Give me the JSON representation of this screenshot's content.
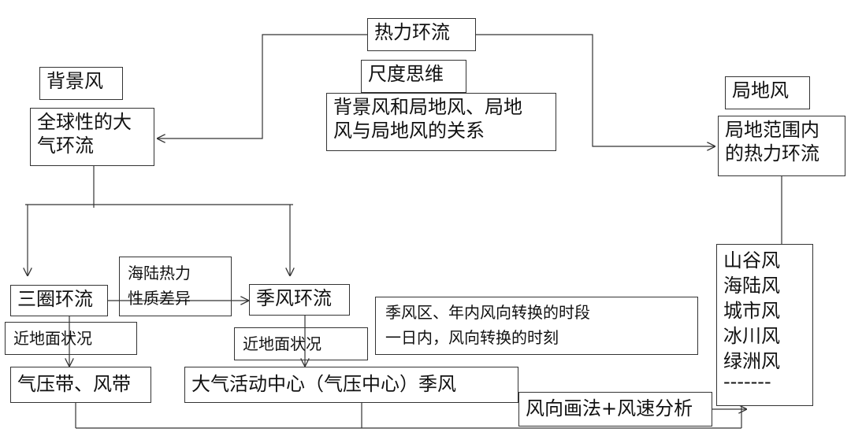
{
  "diagram": {
    "nodes": {
      "thermal_circulation": "热力环流",
      "scale_thinking": "尺度思维",
      "relation": [
        "背景风和局地风、局地",
        "风与局地风的关系"
      ],
      "background_wind": "背景风",
      "global_circulation": [
        "全球性的大",
        "气环流"
      ],
      "local_wind": "局地风",
      "local_thermal": [
        "局地范围内",
        "的热力环流"
      ],
      "three_cell": "三圈环流",
      "land_sea": [
        "海陆热力",
        "性质差异"
      ],
      "monsoon_circulation": "季风环流",
      "surface_1": "近地面状况",
      "surface_2": "近地面状况",
      "pressure_belts": "气压带、风带",
      "action_centers": "大气活动中心（气压中心）季风",
      "monsoon_timing": [
        "季风区、年内风向转换的时段",
        "一日内，风向转换的时刻"
      ],
      "wind_analysis": "风向画法+风速分析",
      "local_wind_types": [
        "山谷风",
        "海陆风",
        "城市风",
        "冰川风",
        "绿洲风",
        "-------"
      ]
    }
  }
}
